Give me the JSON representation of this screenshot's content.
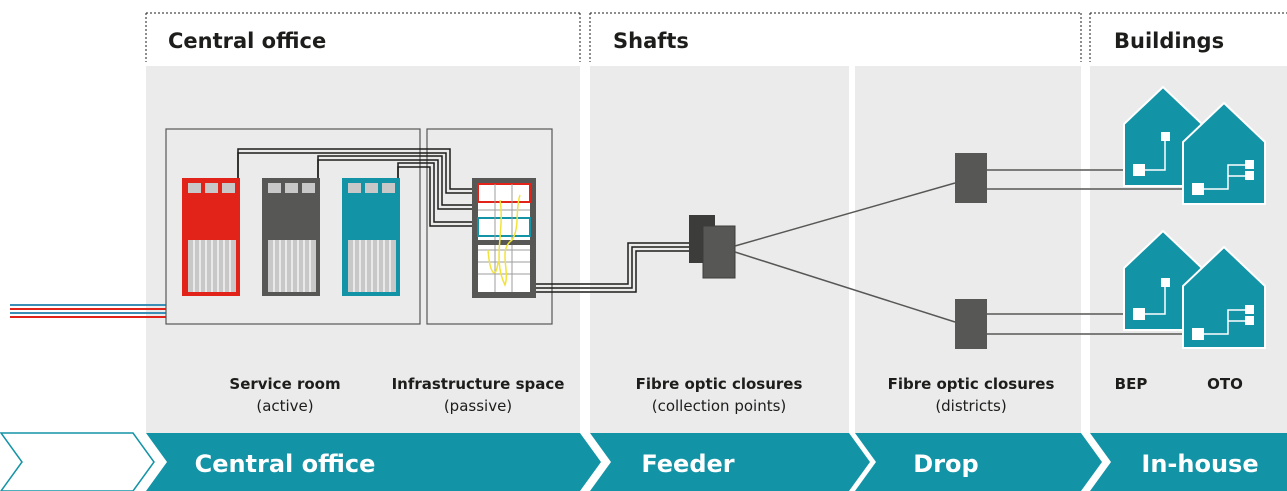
{
  "sections": [
    {
      "title": "Central office"
    },
    {
      "title": "Shafts"
    },
    {
      "title": "Buildings"
    }
  ],
  "labels": {
    "service_room": {
      "title": "Service room",
      "sub": "(active)"
    },
    "infrastructure": {
      "title": "Infrastructure space",
      "sub": "(passive)"
    },
    "closures_collection": {
      "title": "Fibre optic closures",
      "sub": "(collection points)"
    },
    "closures_districts": {
      "title": "Fibre optic closures",
      "sub": "(districts)"
    },
    "bep": "BEP",
    "oto": "OTO"
  },
  "stages": [
    "Central office",
    "Feeder",
    "Drop",
    "In-house"
  ],
  "colors": {
    "panel": "#ebebeb",
    "band": "#1393a6",
    "server_red": "#e2231a",
    "server_grey": "#575756",
    "server_teal": "#1393a6",
    "house": "#1393a6",
    "closure": "#575756"
  }
}
